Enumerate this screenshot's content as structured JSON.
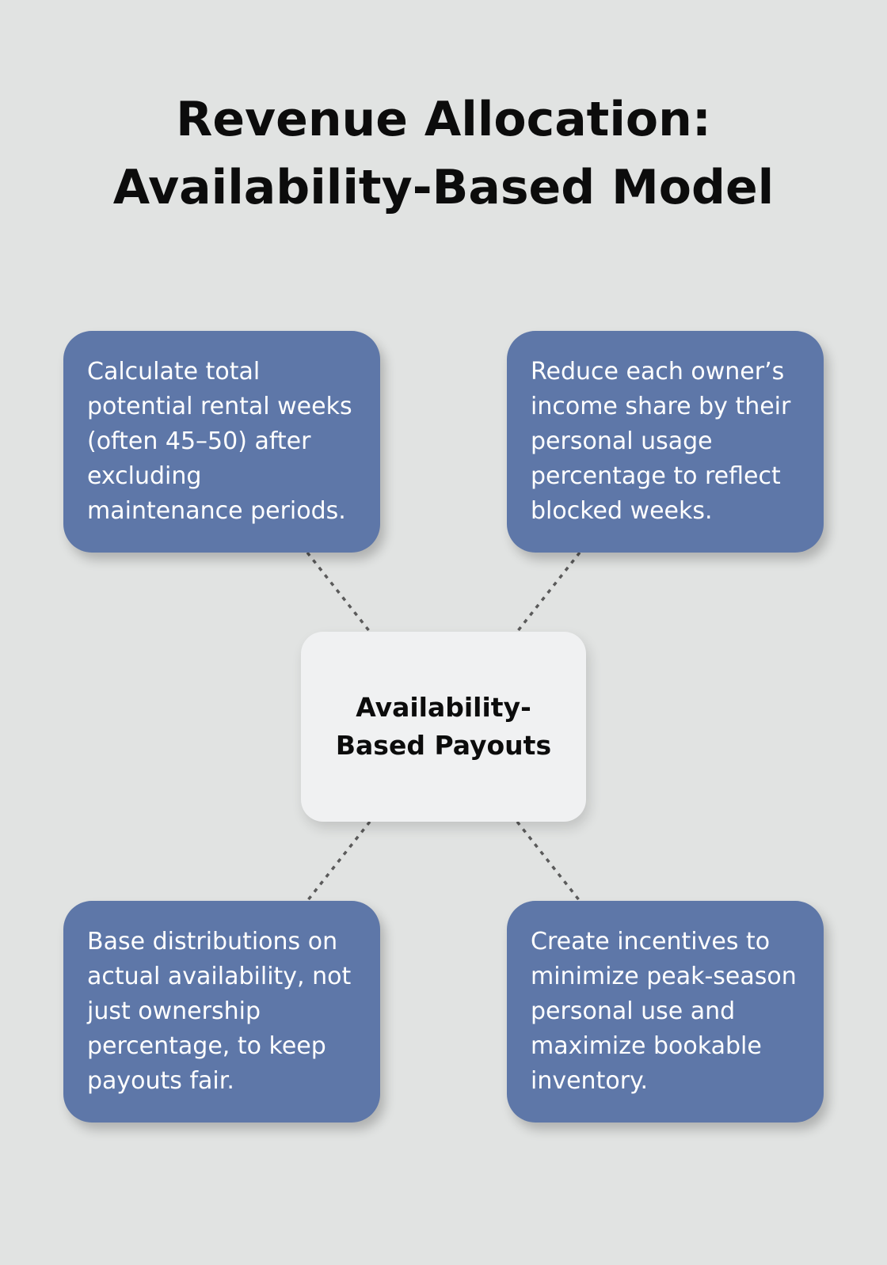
{
  "title": {
    "line1": "Revenue Allocation:",
    "line2": "Availability-Based Model"
  },
  "center": {
    "label": "Availability-Based Payouts"
  },
  "cards": {
    "top_left": "Calculate total potential rental weeks (often 45–50) after excluding maintenance periods.",
    "top_right": "Reduce each owner’s income share by their personal usage percentage to reflect blocked weeks.",
    "bottom_left": "Base distributions on actual availability, not just ownership percentage, to keep payouts fair.",
    "bottom_right": "Create incentives to minimize peak-season personal use and maximize bookable inventory."
  },
  "colors": {
    "background": "#e1e3e2",
    "card_fill": "#5e77a8",
    "center_fill": "#f0f1f2",
    "connector": "#5a5a5a"
  }
}
